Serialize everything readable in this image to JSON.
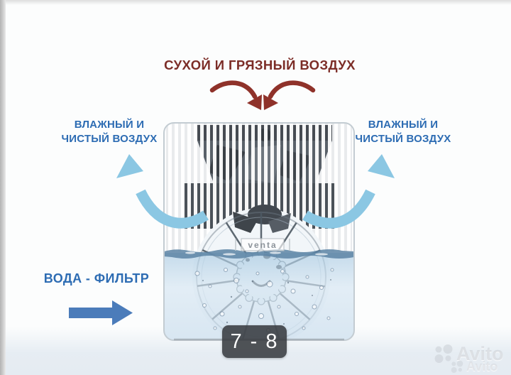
{
  "viewer": {
    "pagination": "7 - 8",
    "watermark_primary": "Avito",
    "watermark_secondary": "Avito"
  },
  "diagram": {
    "title": "СУХОЙ И ГРЯЗНЫЙ ВОЗДУХ",
    "left_label_line1": "ВЛАЖНЫЙ И",
    "left_label_line2": "ЧИСТЫЙ ВОЗДУХ",
    "right_label_line1": "ВЛАЖНЫЙ И",
    "right_label_line2": "ЧИСТЫЙ ВОЗДУХ",
    "water_label": "ВОДА - ФИЛЬТР",
    "brand": "venta",
    "colors": {
      "title_text": "#7c2d27",
      "label_text": "#2d6cb3",
      "dirty_air_arrow": "#8f322a",
      "clean_air_arrow": "#8bc7e3",
      "water_arrow": "#4b7cba",
      "water": "#c7dcec",
      "waterline": "#5c84a4",
      "device_interior": "#474d54",
      "pagination_bg": "#383b40",
      "pagination_text": "#ffffff"
    }
  }
}
